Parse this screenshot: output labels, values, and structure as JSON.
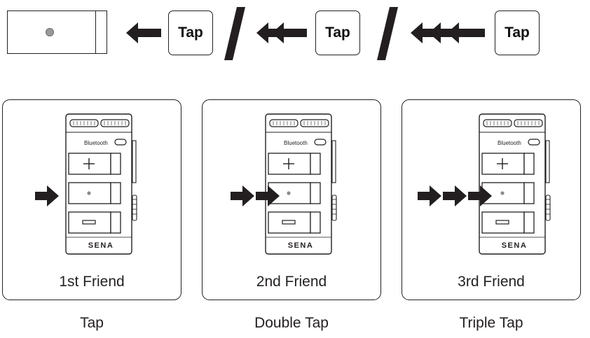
{
  "top_row": {
    "tap_label": "Tap"
  },
  "panels": [
    {
      "friend": "1st Friend",
      "arrow_count": 1,
      "caption": "Tap"
    },
    {
      "friend": "2nd Friend",
      "arrow_count": 2,
      "caption": "Double Tap"
    },
    {
      "friend": "3rd Friend",
      "arrow_count": 3,
      "caption": "Triple Tap"
    }
  ],
  "device": {
    "bluetooth_label": "Bluetooth",
    "brand": "SENA"
  }
}
